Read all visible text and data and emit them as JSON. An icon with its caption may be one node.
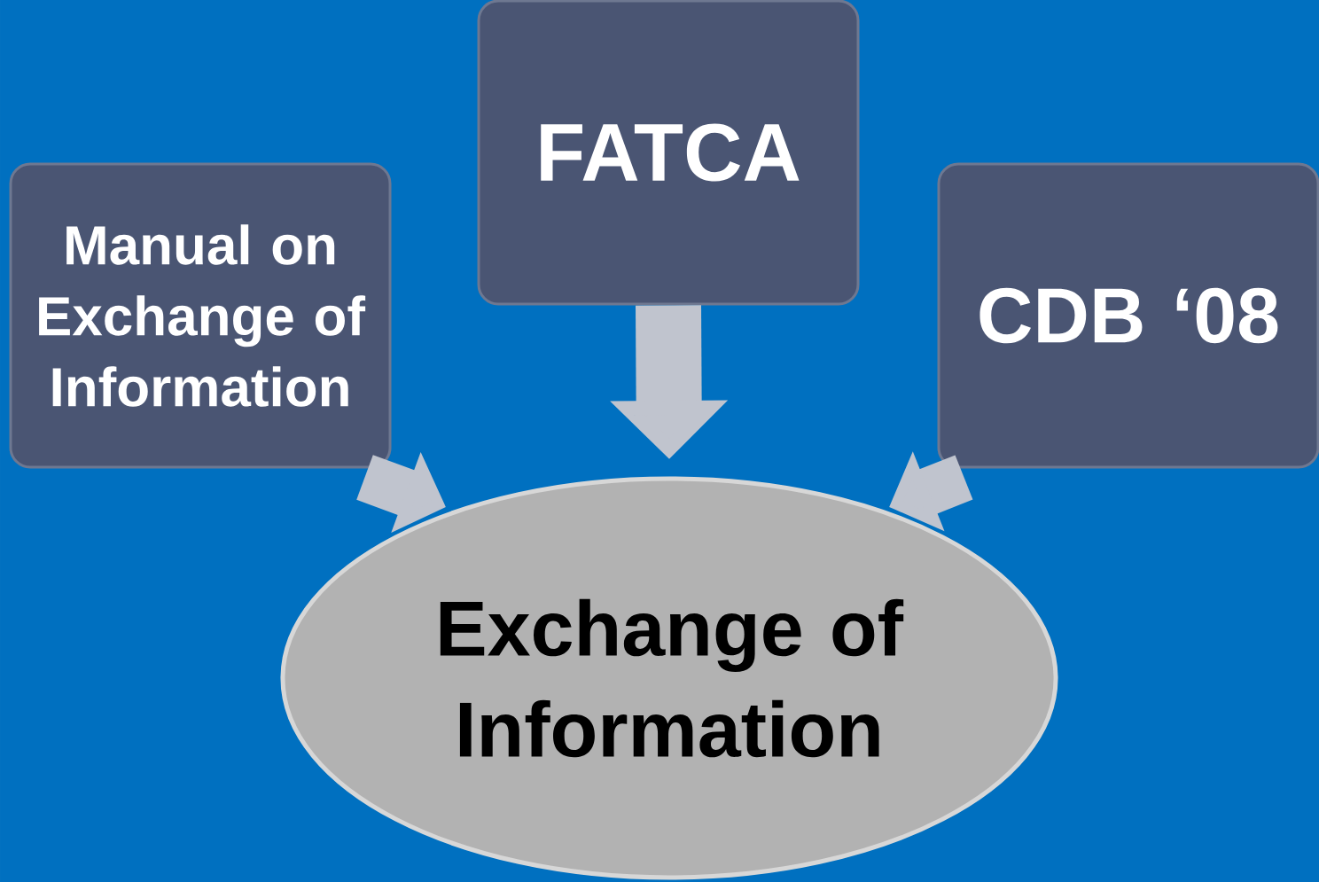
{
  "diagram": {
    "nodes": [
      {
        "text": [
          "Manual on Exchange of Information"
        ]
      },
      {
        "text": [
          "FATCA"
        ]
      },
      {
        "text": [
          "CDB ‘08"
        ]
      },
      {
        "text": [
          "Exchange of Information"
        ]
      }
    ],
    "edges": [
      {
        "from": 0,
        "to": 3,
        "arrow": "to"
      },
      {
        "from": 1,
        "to": 3,
        "arrow": "to"
      },
      {
        "from": 2,
        "to": 3,
        "arrow": "to"
      }
    ]
  }
}
